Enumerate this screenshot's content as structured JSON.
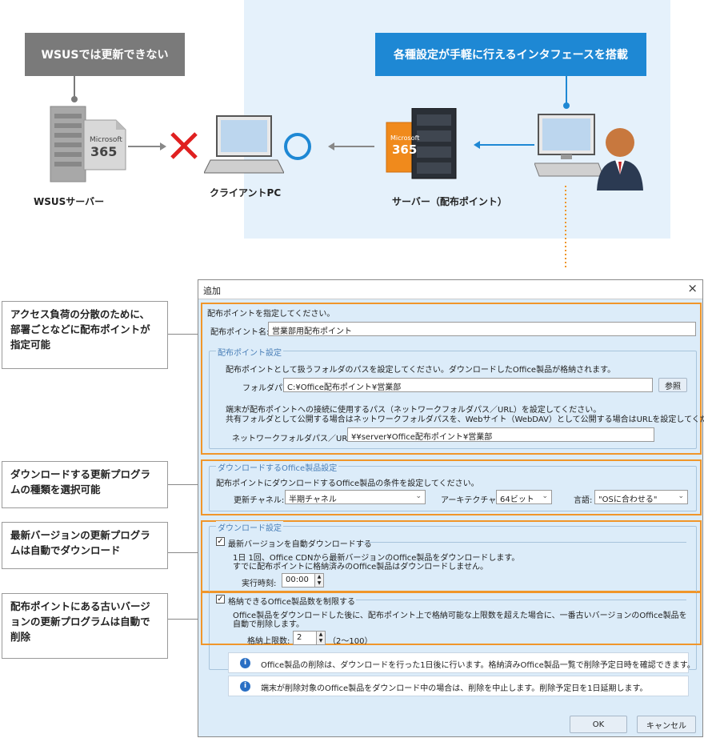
{
  "diagram": {
    "callout_left": "WSUSでは更新できない",
    "callout_right": "各種設定が手軽に行えるインタフェースを搭載",
    "label_wsus": "WSUSサーバー",
    "label_client": "クライアントPC",
    "label_server": "サーバー（配布ポイント）",
    "office_brand": "Microsoft",
    "office_ver": "365",
    "colors": {
      "accent": "#1e88d4",
      "gray": "#7a7a7a",
      "orange": "#f0962a",
      "cross": "#e02020",
      "circle": "#1e88d4"
    }
  },
  "notes": [
    {
      "text": "アクセス負荷の分散のために、部署ごとなどに配布ポイントが指定可能"
    },
    {
      "text": "ダウンロードする更新プログラムの種類を選択可能"
    },
    {
      "text": "最新バージョンの更新プログラムは自動でダウンロード"
    },
    {
      "text": "配布ポイントにある古いバージョンの更新プログラムは自動で削除"
    }
  ],
  "dialog": {
    "title": "追加",
    "close": "×",
    "instruction": "配布ポイントを指定してください。",
    "dp_name_label": "配布ポイント名:",
    "dp_name_value": "営業部用配布ポイント",
    "settings_legend": "配布ポイント設定",
    "settings_desc": "配布ポイントとして扱うフォルダのパスを設定してください。ダウンロードしたOffice製品が格納されます。",
    "folder_label": "フォルダパス:",
    "folder_value": "C:¥Office配布ポイント¥営業部",
    "browse": "参照",
    "network_desc1": "端末が配布ポイントへの接続に使用するパス（ネットワークフォルダパス／URL）を設定してください。",
    "network_desc2": "共有フォルダとして公開する場合はネットワークフォルダパスを、Webサイト（WebDAV）として公開する場合はURLを設定してください。",
    "network_label": "ネットワークフォルダパス／URL:",
    "network_value": "¥¥server¥Office配布ポイント¥営業部",
    "product_legend": "ダウンロードするOffice製品設定",
    "product_desc": "配布ポイントにダウンロードするOffice製品の条件を設定してください。",
    "channel_label": "更新チャネル:",
    "channel_value": "半期チャネル",
    "arch_label": "アーキテクチャ:",
    "arch_value": "64ビット",
    "lang_label": "言語:",
    "lang_value": "\"OSに合わせる\"",
    "download_legend": "ダウンロード設定",
    "auto_dl_label": "最新バージョンを自動ダウンロードする",
    "auto_dl_desc1": "1日 1回、Office CDNから最新バージョンのOffice製品をダウンロードします。",
    "auto_dl_desc2": "すでに配布ポイントに格納済みのOffice製品はダウンロードしません。",
    "time_label": "実行時刻:",
    "time_value": "00:00",
    "limit_label": "格納できるOffice製品数を制限する",
    "limit_desc1": "Office製品をダウンロードした後に、配布ポイント上で格納可能な上限数を超えた場合に、一番古いバージョンのOffice製品を",
    "limit_desc2": "自動で削除します。",
    "max_label": "格納上限数:",
    "max_value": "2",
    "max_range": "（2～100）",
    "info1": "Office製品の削除は、ダウンロードを行った1日後に行います。格納済みOffice製品一覧で削除予定日時を確認できます。",
    "info2": "端末が削除対象のOffice製品をダウンロード中の場合は、削除を中止します。削除予定日を1日延期します。",
    "ok": "OK",
    "cancel": "キャンセル"
  }
}
